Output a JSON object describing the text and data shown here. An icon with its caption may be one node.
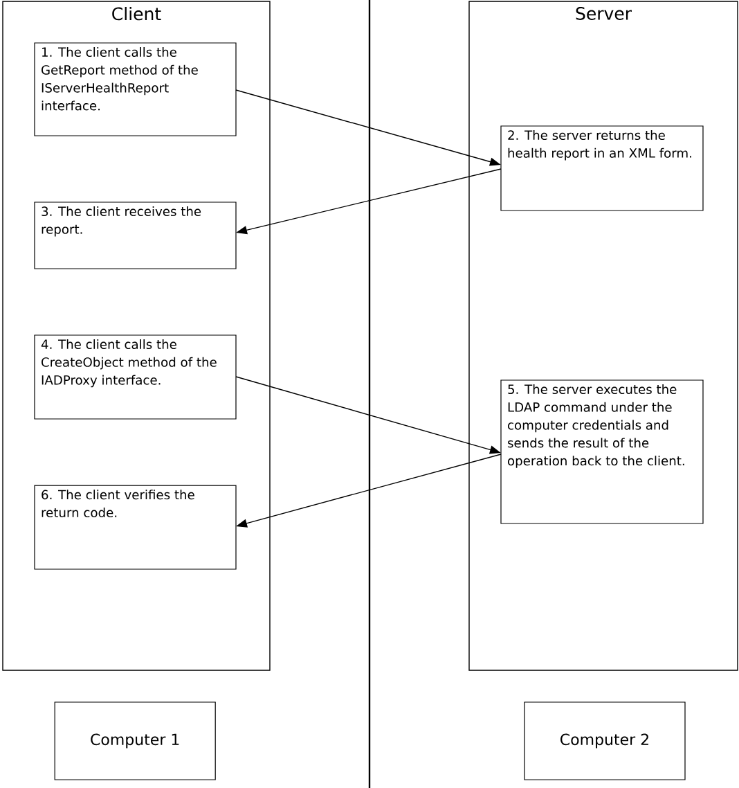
{
  "diagram": {
    "nodes": [
      {
        "text": [
          "Client"
        ]
      },
      {
        "text": [
          "Server"
        ]
      },
      {
        "text": [
          "1. The client calls the GetReport method of the IServerHealthReport interface."
        ],
        "in": 0
      },
      {
        "text": [
          "2. The server returns the health report in an XML form."
        ],
        "in": 1
      },
      {
        "text": [
          "3. The client receives the report."
        ],
        "in": 0
      },
      {
        "text": [
          "4. The client calls the CreateObject method of the IADProxy interface."
        ],
        "in": 0
      },
      {
        "text": [
          "5. The server executes the LDAP command under the computer credentials and sends the result of the operation back to the client."
        ],
        "in": 1
      },
      {
        "text": [
          "6. The client verifies the return code."
        ],
        "in": 0
      },
      {
        "text": [
          "Computer 1"
        ]
      },
      {
        "text": [
          "Computer 2"
        ]
      }
    ],
    "edges": [
      {
        "from": 2,
        "to": 3,
        "arrow": "to"
      },
      {
        "from": 3,
        "to": 4,
        "arrow": "to"
      },
      {
        "from": 5,
        "to": 6,
        "arrow": "to"
      },
      {
        "from": 6,
        "to": 7,
        "arrow": "to"
      }
    ]
  }
}
